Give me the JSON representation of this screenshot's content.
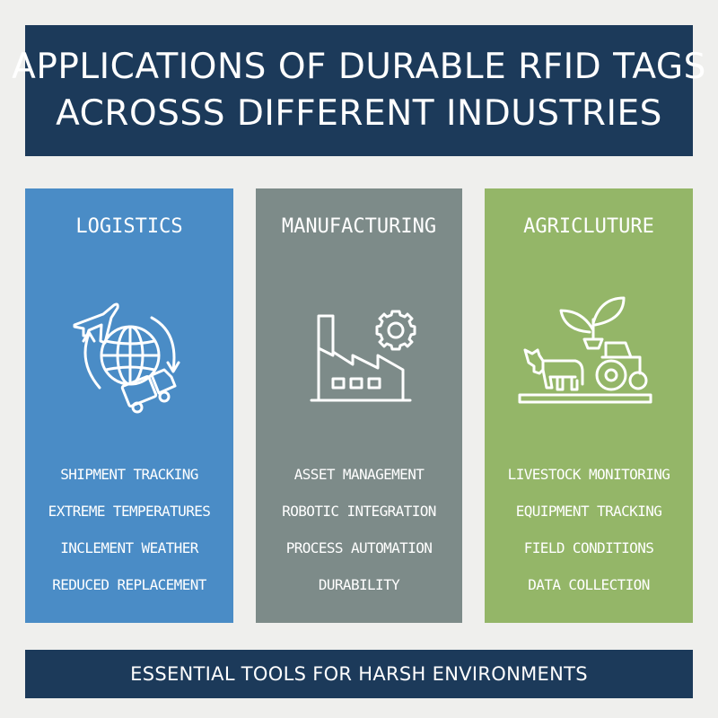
{
  "title": {
    "line1": "APPLICATIONS OF DURABLE RFID TAGS",
    "line2": "ACROSSS DIFFERENT INDUSTRIES"
  },
  "columns": [
    {
      "title": "LOGISTICS",
      "color": "#4a8cc6",
      "icon": "globe-plane-truck-icon",
      "items": [
        "SHIPMENT TRACKING",
        "EXTREME TEMPERATURES",
        "INCLEMENT WEATHER",
        "REDUCED REPLACEMENT"
      ]
    },
    {
      "title": "MANUFACTURING",
      "color": "#7d8b89",
      "icon": "factory-gear-icon",
      "items": [
        "ASSET MANAGEMENT",
        "ROBOTIC INTEGRATION",
        "PROCESS AUTOMATION",
        "DURABILITY"
      ]
    },
    {
      "title": "AGRICLUTURE",
      "color": "#94b668",
      "icon": "cow-tractor-plant-icon",
      "items": [
        "LIVESTOCK MONITORING",
        "EQUIPMENT TRACKING",
        "FIELD CONDITIONS",
        "DATA COLLECTION"
      ]
    }
  ],
  "footer": {
    "text": "ESSENTIAL TOOLS FOR HARSH ENVIRONMENTS"
  },
  "colors": {
    "banner": "#1c3a5a",
    "background": "#efefed"
  }
}
